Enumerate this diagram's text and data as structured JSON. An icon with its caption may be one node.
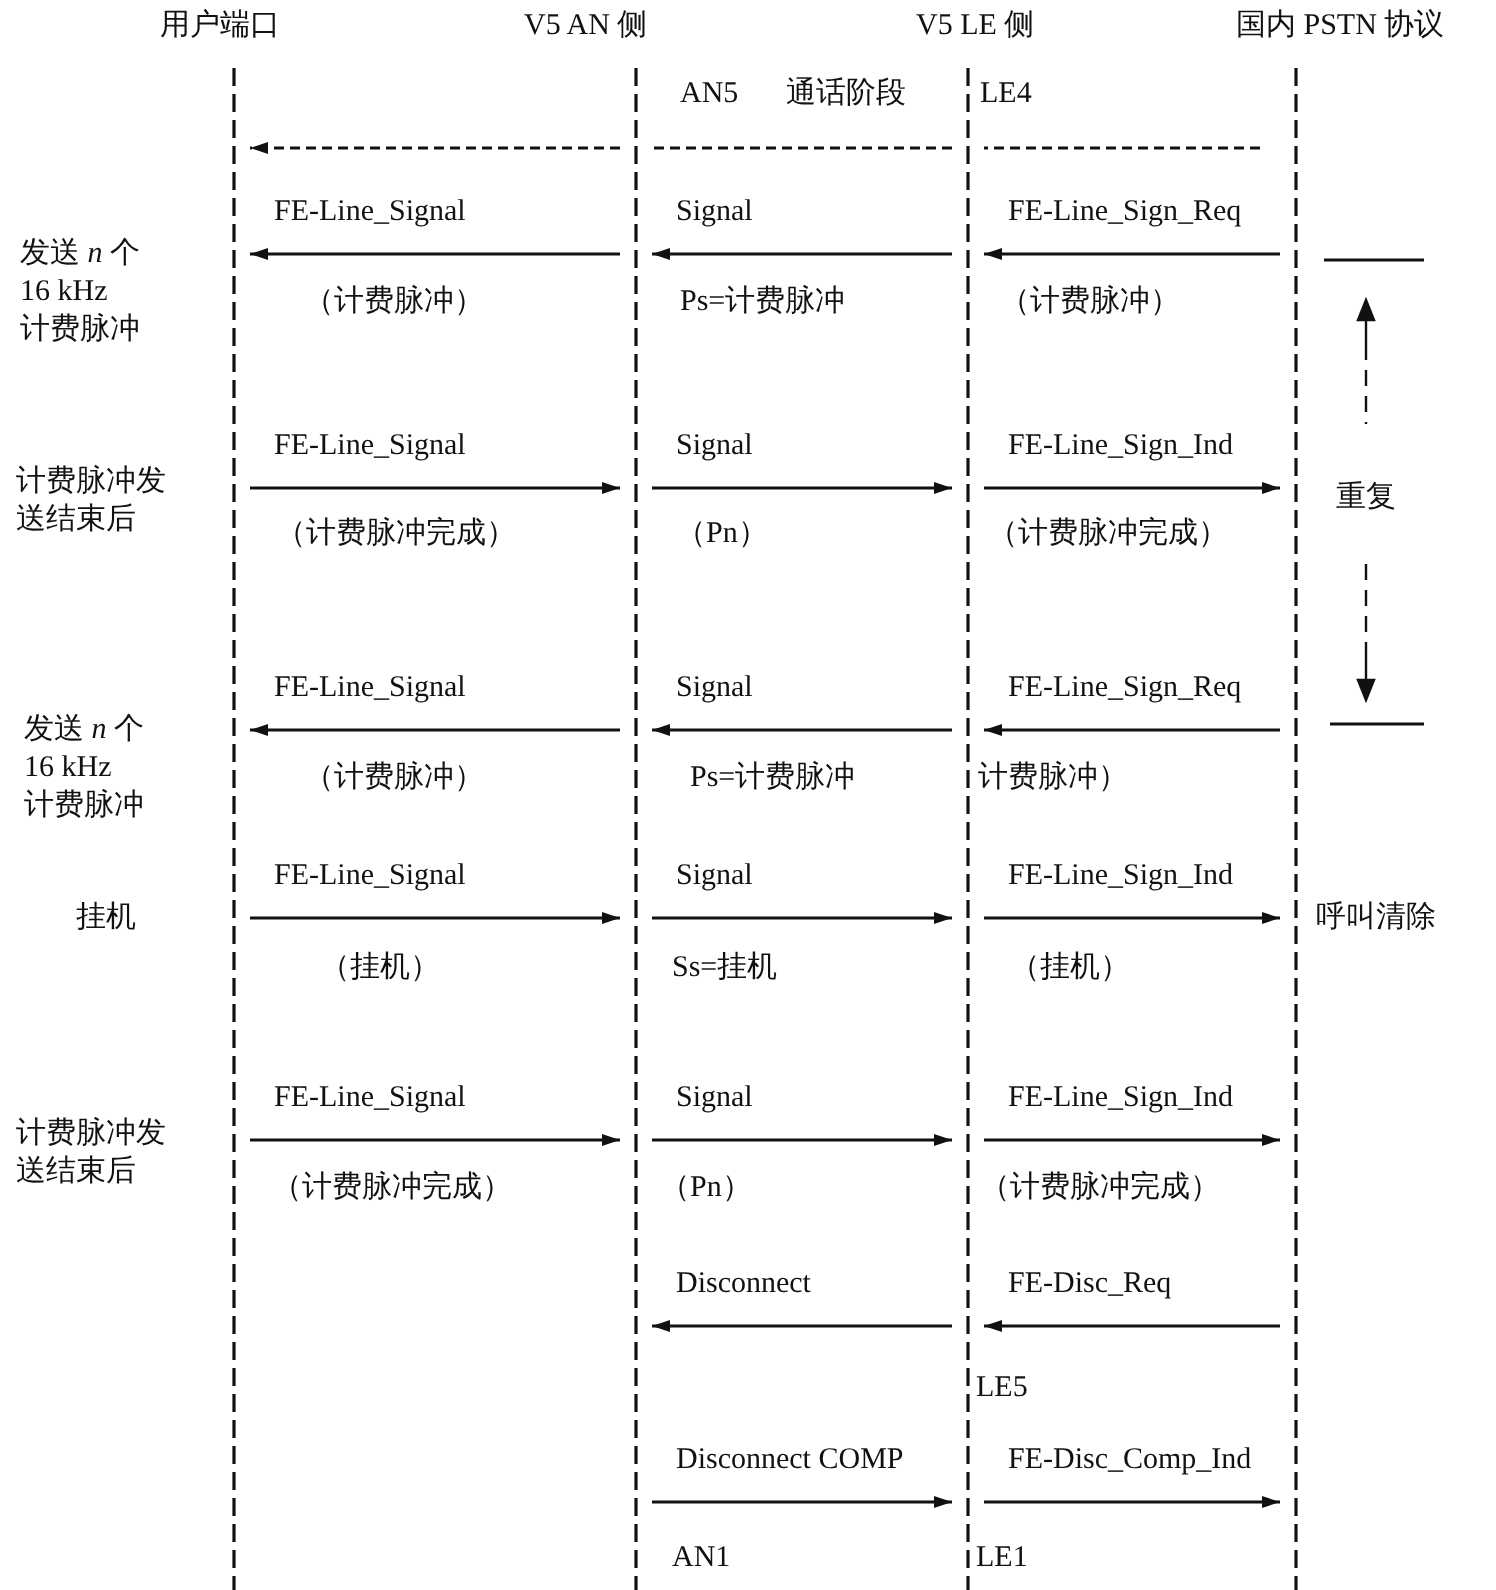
{
  "diagram": {
    "nodes": [
      {
        "text": [],
        "shape": "line",
        "beside": [
          "用户端口"
        ]
      },
      {
        "text": [],
        "shape": "line",
        "beside": [
          "V5 AN 侧"
        ]
      },
      {
        "text": [],
        "shape": "line",
        "beside": [
          "V5 LE 侧"
        ]
      },
      {
        "text": [],
        "shape": "line",
        "beside": [
          "国内 PSTN 协议"
        ]
      }
    ],
    "edges": [
      {
        "from": 1,
        "to": 0,
        "arrow": "to",
        "style": "dashed"
      },
      {
        "from": 2,
        "to": 1,
        "arrow": "none",
        "style": "dashed"
      },
      {
        "from": 3,
        "to": 2,
        "arrow": "none",
        "style": "dashed"
      },
      {
        "from": 1,
        "to": 0,
        "arrow": "to",
        "label": "FE-Line_Signal"
      },
      {
        "from": 2,
        "to": 1,
        "arrow": "to",
        "label": "Signal"
      },
      {
        "from": 3,
        "to": 2,
        "arrow": "to",
        "label": "FE-Line_Sign_Req"
      },
      {
        "from": 0,
        "to": 1,
        "arrow": "to",
        "label": "FE-Line_Signal"
      },
      {
        "from": 1,
        "to": 2,
        "arrow": "to",
        "label": "Signal"
      },
      {
        "from": 2,
        "to": 3,
        "arrow": "to",
        "label": "FE-Line_Sign_Ind"
      },
      {
        "from": 1,
        "to": 0,
        "arrow": "to",
        "label": "FE-Line_Signal"
      },
      {
        "from": 2,
        "to": 1,
        "arrow": "to",
        "label": "Signal"
      },
      {
        "from": 3,
        "to": 2,
        "arrow": "to",
        "label": "FE-Line_Sign_Req"
      },
      {
        "from": 0,
        "to": 1,
        "arrow": "to",
        "label": "FE-Line_Signal"
      },
      {
        "from": 1,
        "to": 2,
        "arrow": "to",
        "label": "Signal"
      },
      {
        "from": 2,
        "to": 3,
        "arrow": "to",
        "label": "FE-Line_Sign_Ind"
      },
      {
        "from": 0,
        "to": 1,
        "arrow": "to",
        "label": "FE-Line_Signal"
      },
      {
        "from": 1,
        "to": 2,
        "arrow": "to",
        "label": "Signal"
      },
      {
        "from": 2,
        "to": 3,
        "arrow": "to",
        "label": "FE-Line_Sign_Ind"
      },
      {
        "from": 2,
        "to": 1,
        "arrow": "to",
        "label": "Disconnect"
      },
      {
        "from": 3,
        "to": 2,
        "arrow": "to",
        "label": "FE-Disc_Req"
      },
      {
        "from": 1,
        "to": 2,
        "arrow": "to",
        "label": "Disconnect COMP"
      },
      {
        "from": 2,
        "to": 3,
        "arrow": "to",
        "label": "FE-Disc_Comp_Ind"
      }
    ],
    "labels": [
      "AN5",
      "通话阶段",
      "LE4",
      "发送 *n* 个 16 kHz 计费脉冲",
      "（计费脉冲）",
      "Ps=计费脉冲",
      "（计费脉冲）",
      "计费脉冲发送结束后",
      "（计费脉冲完成）",
      "（Pn）",
      "（计费脉冲完成）",
      "重复",
      "发送 *n* 个 16 kHz 计费脉冲",
      "（计费脉冲）",
      "Ps=计费脉冲",
      "计费脉冲）",
      "挂机",
      "呼叫清除",
      "（挂机）",
      "Ss=挂机",
      "（挂机）",
      "计费脉冲发送结束后",
      "（计费脉冲完成）",
      "（Pn）",
      "（计费脉冲完成）",
      "LE5",
      "AN1",
      "LE1"
    ]
  }
}
